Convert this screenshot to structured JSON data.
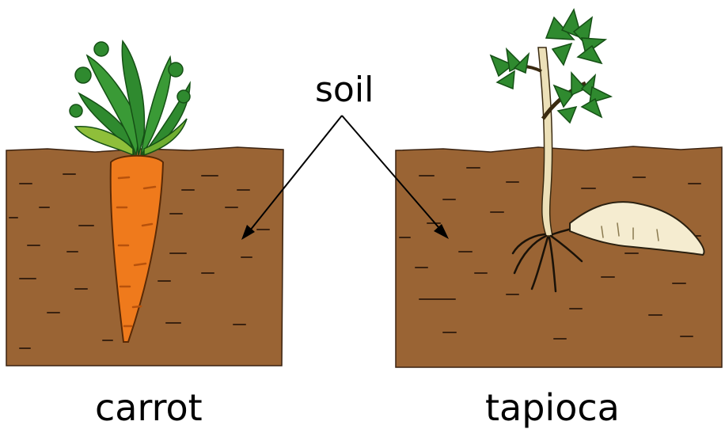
{
  "labels": {
    "soil": "soil",
    "carrot": "carrot",
    "tapioca": "tapioca"
  },
  "colors": {
    "soil": "#9a6434",
    "soil_mark": "#3a2210",
    "carrot": "#ef7a1c",
    "carrot_shade": "#b8520c",
    "leaf": "#2f8a2f",
    "leaf_dark": "#155015",
    "tapioca_root": "#f5ecd0",
    "tapioca_stem": "#ece0b8",
    "arrow": "#000000"
  }
}
